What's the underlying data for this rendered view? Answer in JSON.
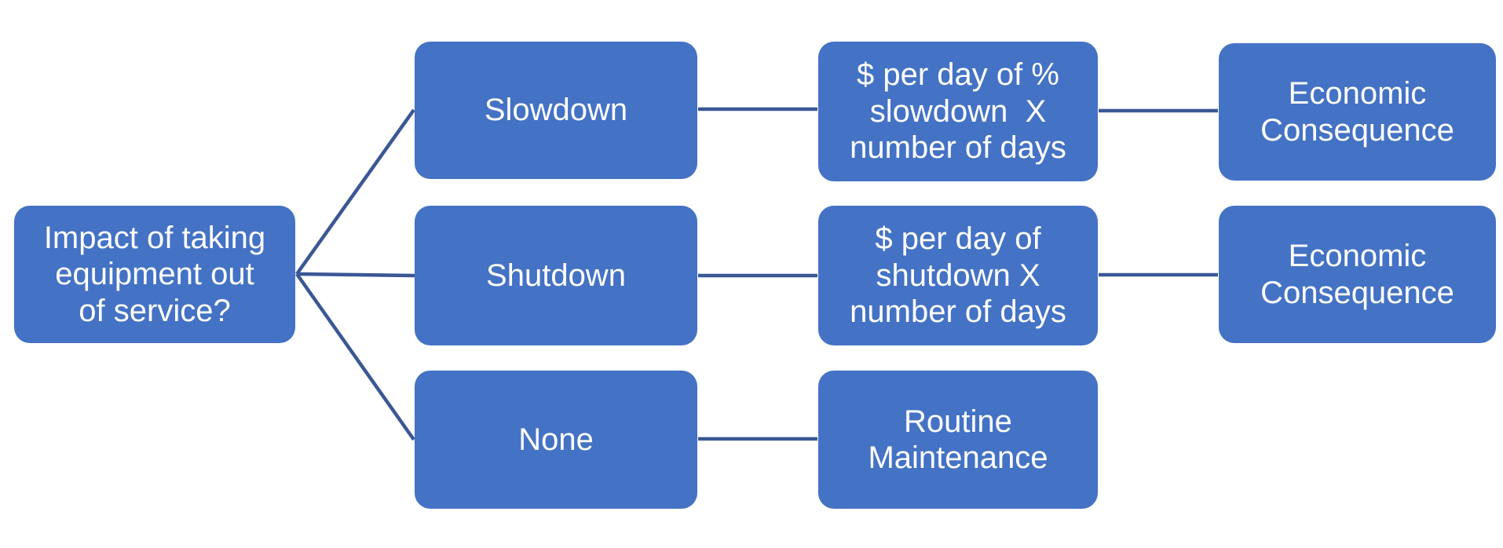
{
  "diagram": {
    "type": "tree-flowchart",
    "direction": "left-to-right",
    "colors": {
      "node_fill": "#4472c4",
      "connector": "#3a5795",
      "text": "#ffffff"
    },
    "root": {
      "label": "Impact of taking\nequipment out\nof service?"
    },
    "branches": [
      {
        "option": {
          "label": "Slowdown"
        },
        "calc": {
          "label": "$ per day of %\nslowdown  X\nnumber of days"
        },
        "outcome": {
          "label": "Economic\nConsequence"
        }
      },
      {
        "option": {
          "label": "Shutdown"
        },
        "calc": {
          "label": "$ per day of\nshutdown X\nnumber of days"
        },
        "outcome": {
          "label": "Economic\nConsequence"
        }
      },
      {
        "option": {
          "label": "None"
        },
        "calc": {
          "label": "Routine\nMaintenance"
        }
      }
    ]
  }
}
